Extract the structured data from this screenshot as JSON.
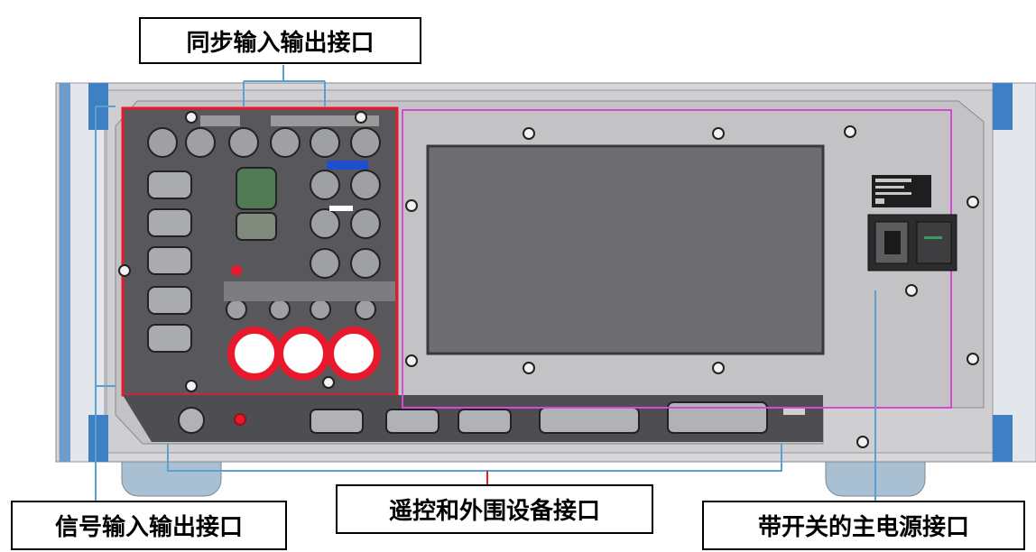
{
  "labels": {
    "sync_io": "同步输入输出接口",
    "signal_io": "信号输入输出接口",
    "remote_peripheral": "遥控和外围设备接口",
    "main_power": "带开关的主电源接口"
  },
  "colors": {
    "panel_outline": "#e8192c",
    "power_outline": "#d44ad4",
    "rack_handle": "#3f7fc4",
    "panel_body": "#c8c8ca",
    "connector_area": "#5a5a5e",
    "screen": "#6e6e70",
    "leader_line": "#5aa0d0"
  }
}
